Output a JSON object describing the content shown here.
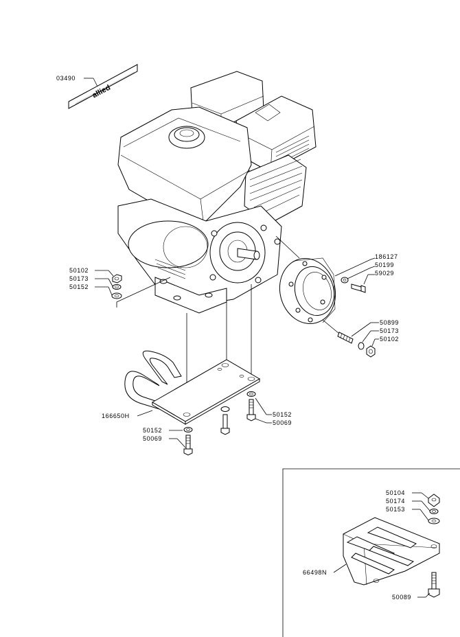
{
  "labels": {
    "decal": "03490",
    "nut_left": "50102",
    "lockwasher_left": "50173",
    "washer_left": "50152",
    "flange": "186127",
    "flange_washer": "50199",
    "flange_bolt": "59029",
    "stud": "50899",
    "stud_lockwasher": "50173",
    "stud_nut": "50102",
    "base_plate": "166650H",
    "plate_washer_right": "50152",
    "plate_bolt_right": "50069",
    "plate_washer_left": "50152",
    "plate_bolt_left": "50069",
    "inset_nut": "50104",
    "inset_lockwasher": "50174",
    "inset_washer": "50153",
    "inset_plate": "66498N",
    "inset_bolt": "50089"
  },
  "decal_text": "allied"
}
